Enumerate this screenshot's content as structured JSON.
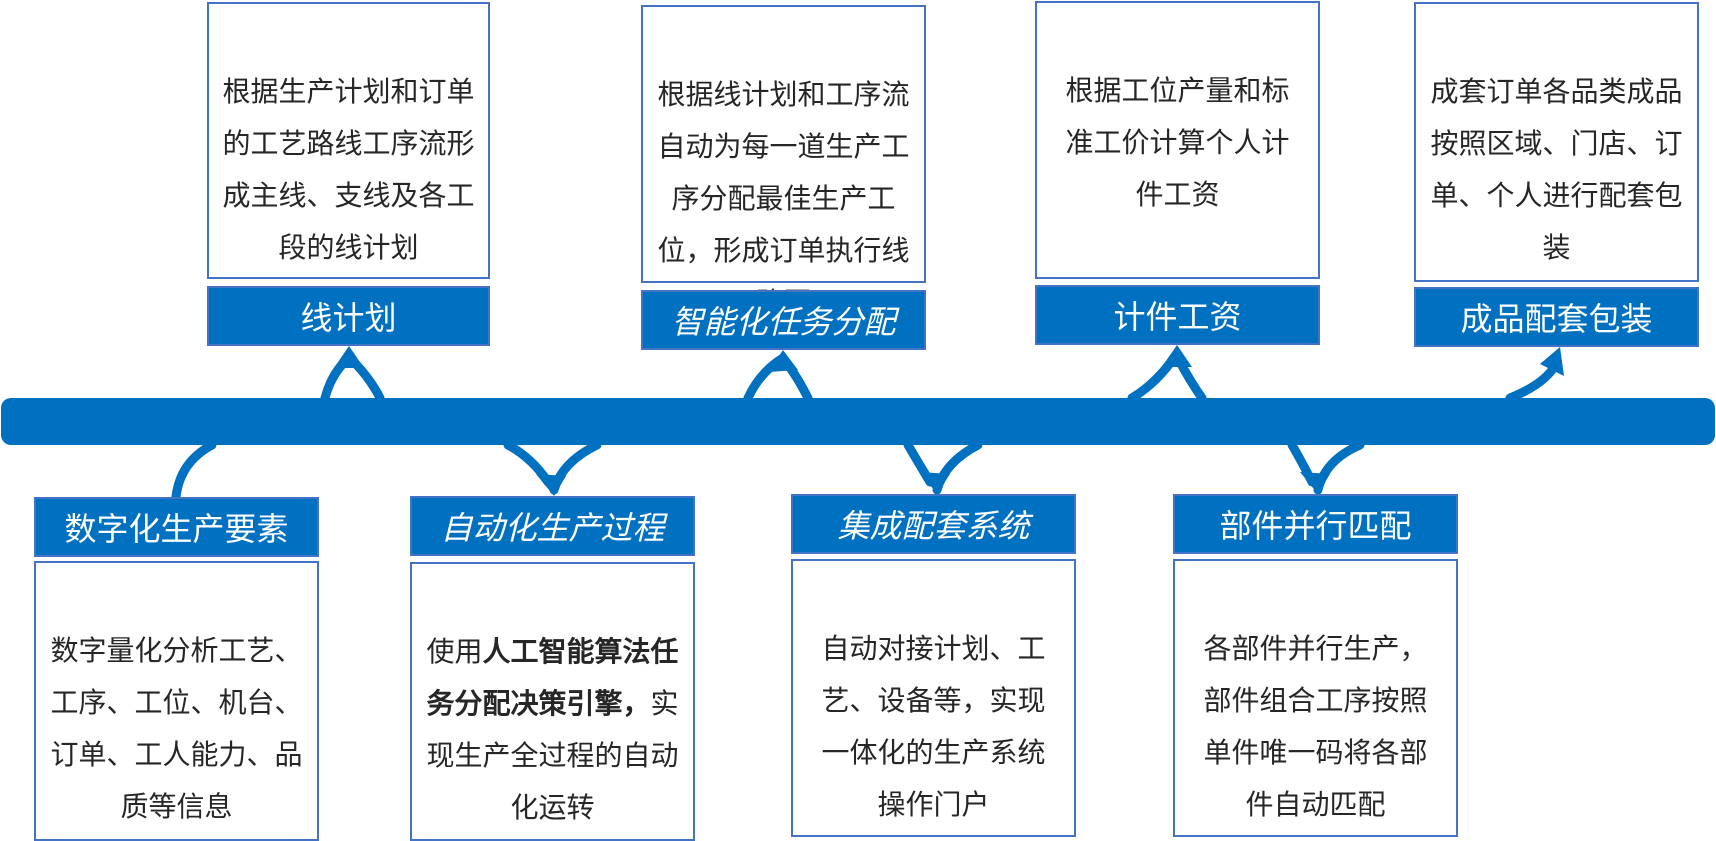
{
  "diagram": {
    "spine_color": "#0070C0",
    "box_border_color": "#4472C4",
    "text_color": "#262626",
    "top_items": [
      {
        "title": "线计划",
        "description": "根据生产计划和订单的工艺路线工序流形成主线、支线及各工段的线计划"
      },
      {
        "title": "智能化任务分配",
        "description": "根据线计划和工序流自动为每一道生产工序分配最佳生产工位，形成订单执行线路图"
      },
      {
        "title": "计件工资",
        "description": "根据工位产量和标准工价计算个人计件工资"
      },
      {
        "title": "成品配套包装",
        "description": "成套订单各品类成品按照区域、门店、订单、个人进行配套包装"
      }
    ],
    "bottom_items": [
      {
        "title": "数字化生产要素",
        "description": "数字量化分析工艺、工序、工位、机台、订单、工人能力、品质等信息"
      },
      {
        "title": "自动化生产过程",
        "description_prefix": "使用",
        "description_bold": "人工智能算法任务分配决策引擎，",
        "description_suffix": "实现生产全过程的自动化运转"
      },
      {
        "title": "集成配套系统",
        "description": "自动对接计划、工艺、设备等，实现一体化的生产系统操作门户"
      },
      {
        "title": "部件并行匹配",
        "description": "各部件并行生产，部件组合工序按照单件唯一码将各部件自动匹配"
      }
    ]
  }
}
